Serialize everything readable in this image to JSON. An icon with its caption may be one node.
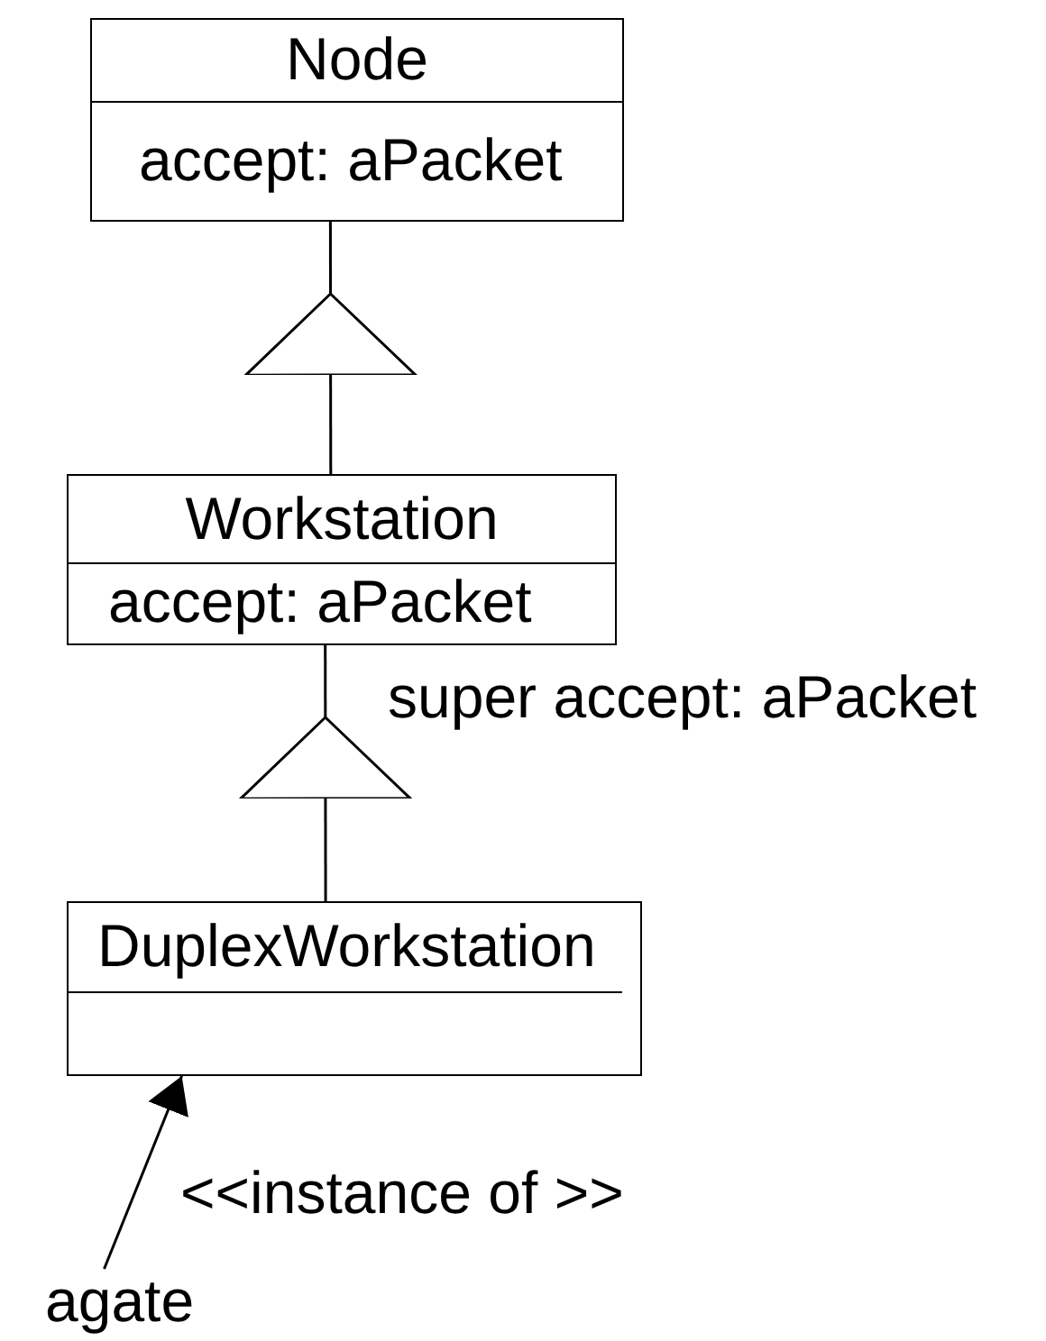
{
  "diagram": {
    "nodes": [
      {
        "text": [
          "Node",
          "accept: aPacket"
        ]
      },
      {
        "text": [
          "Workstation",
          "accept: aPacket"
        ]
      },
      {
        "text": [
          "DuplexWorkstation"
        ]
      },
      {
        "text": [
          "agate"
        ]
      }
    ],
    "edges": [
      {
        "from": 1,
        "to": 0,
        "arrow": "to"
      },
      {
        "from": 2,
        "to": 1,
        "arrow": "to"
      },
      {
        "from": 3,
        "to": 2,
        "arrow": "to",
        "label": "<<instance of >>"
      }
    ],
    "labels": [
      "super accept: aPacket"
    ]
  }
}
